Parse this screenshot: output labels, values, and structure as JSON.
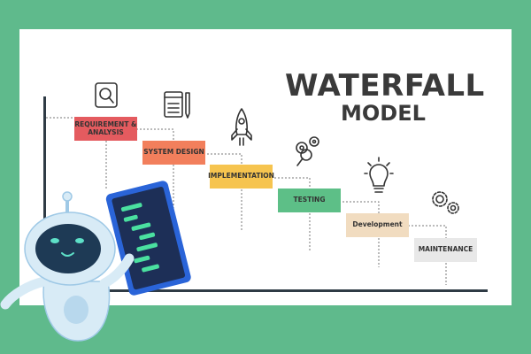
{
  "title": {
    "line1": "WATERFALL",
    "line2": "MODEL"
  },
  "colors": {
    "background": "#5fba8c",
    "card": "#ffffff",
    "title": "#3a3a3a",
    "axis": "#2f3b45",
    "connector": "#777777"
  },
  "steps": [
    {
      "label": "REQUIREMENT & ANALYSIS",
      "color": "#e45b5f",
      "text_color": "#333333",
      "icon": "magnifier-document-icon"
    },
    {
      "label": "SYSTEM DESIGN",
      "color": "#f27f5c",
      "text_color": "#333333",
      "icon": "notepad-pencil-icon"
    },
    {
      "label": "IMPLEMENTATION",
      "color": "#f6c44f",
      "text_color": "#333333",
      "icon": "rocket-icon"
    },
    {
      "label": "TESTING",
      "color": "#5dbf87",
      "text_color": "#333333",
      "icon": "gears-magnifier-icon"
    },
    {
      "label": "Development",
      "color": "#f1dcc0",
      "text_color": "#333333",
      "icon": "lightbulb-icon"
    },
    {
      "label": "MAINTENANCE",
      "color": "#e8e8e8",
      "text_color": "#333333",
      "icon": "gears-icon"
    }
  ],
  "robot": {
    "body": "#d8ebf6",
    "shade": "#9fc9e6",
    "visor": "#1e3a55",
    "eyes": "#5ee0c8"
  },
  "tablet": {
    "frame": "#2a64d8",
    "screen": "#1d2f57",
    "lines": "#4ae0a0"
  }
}
